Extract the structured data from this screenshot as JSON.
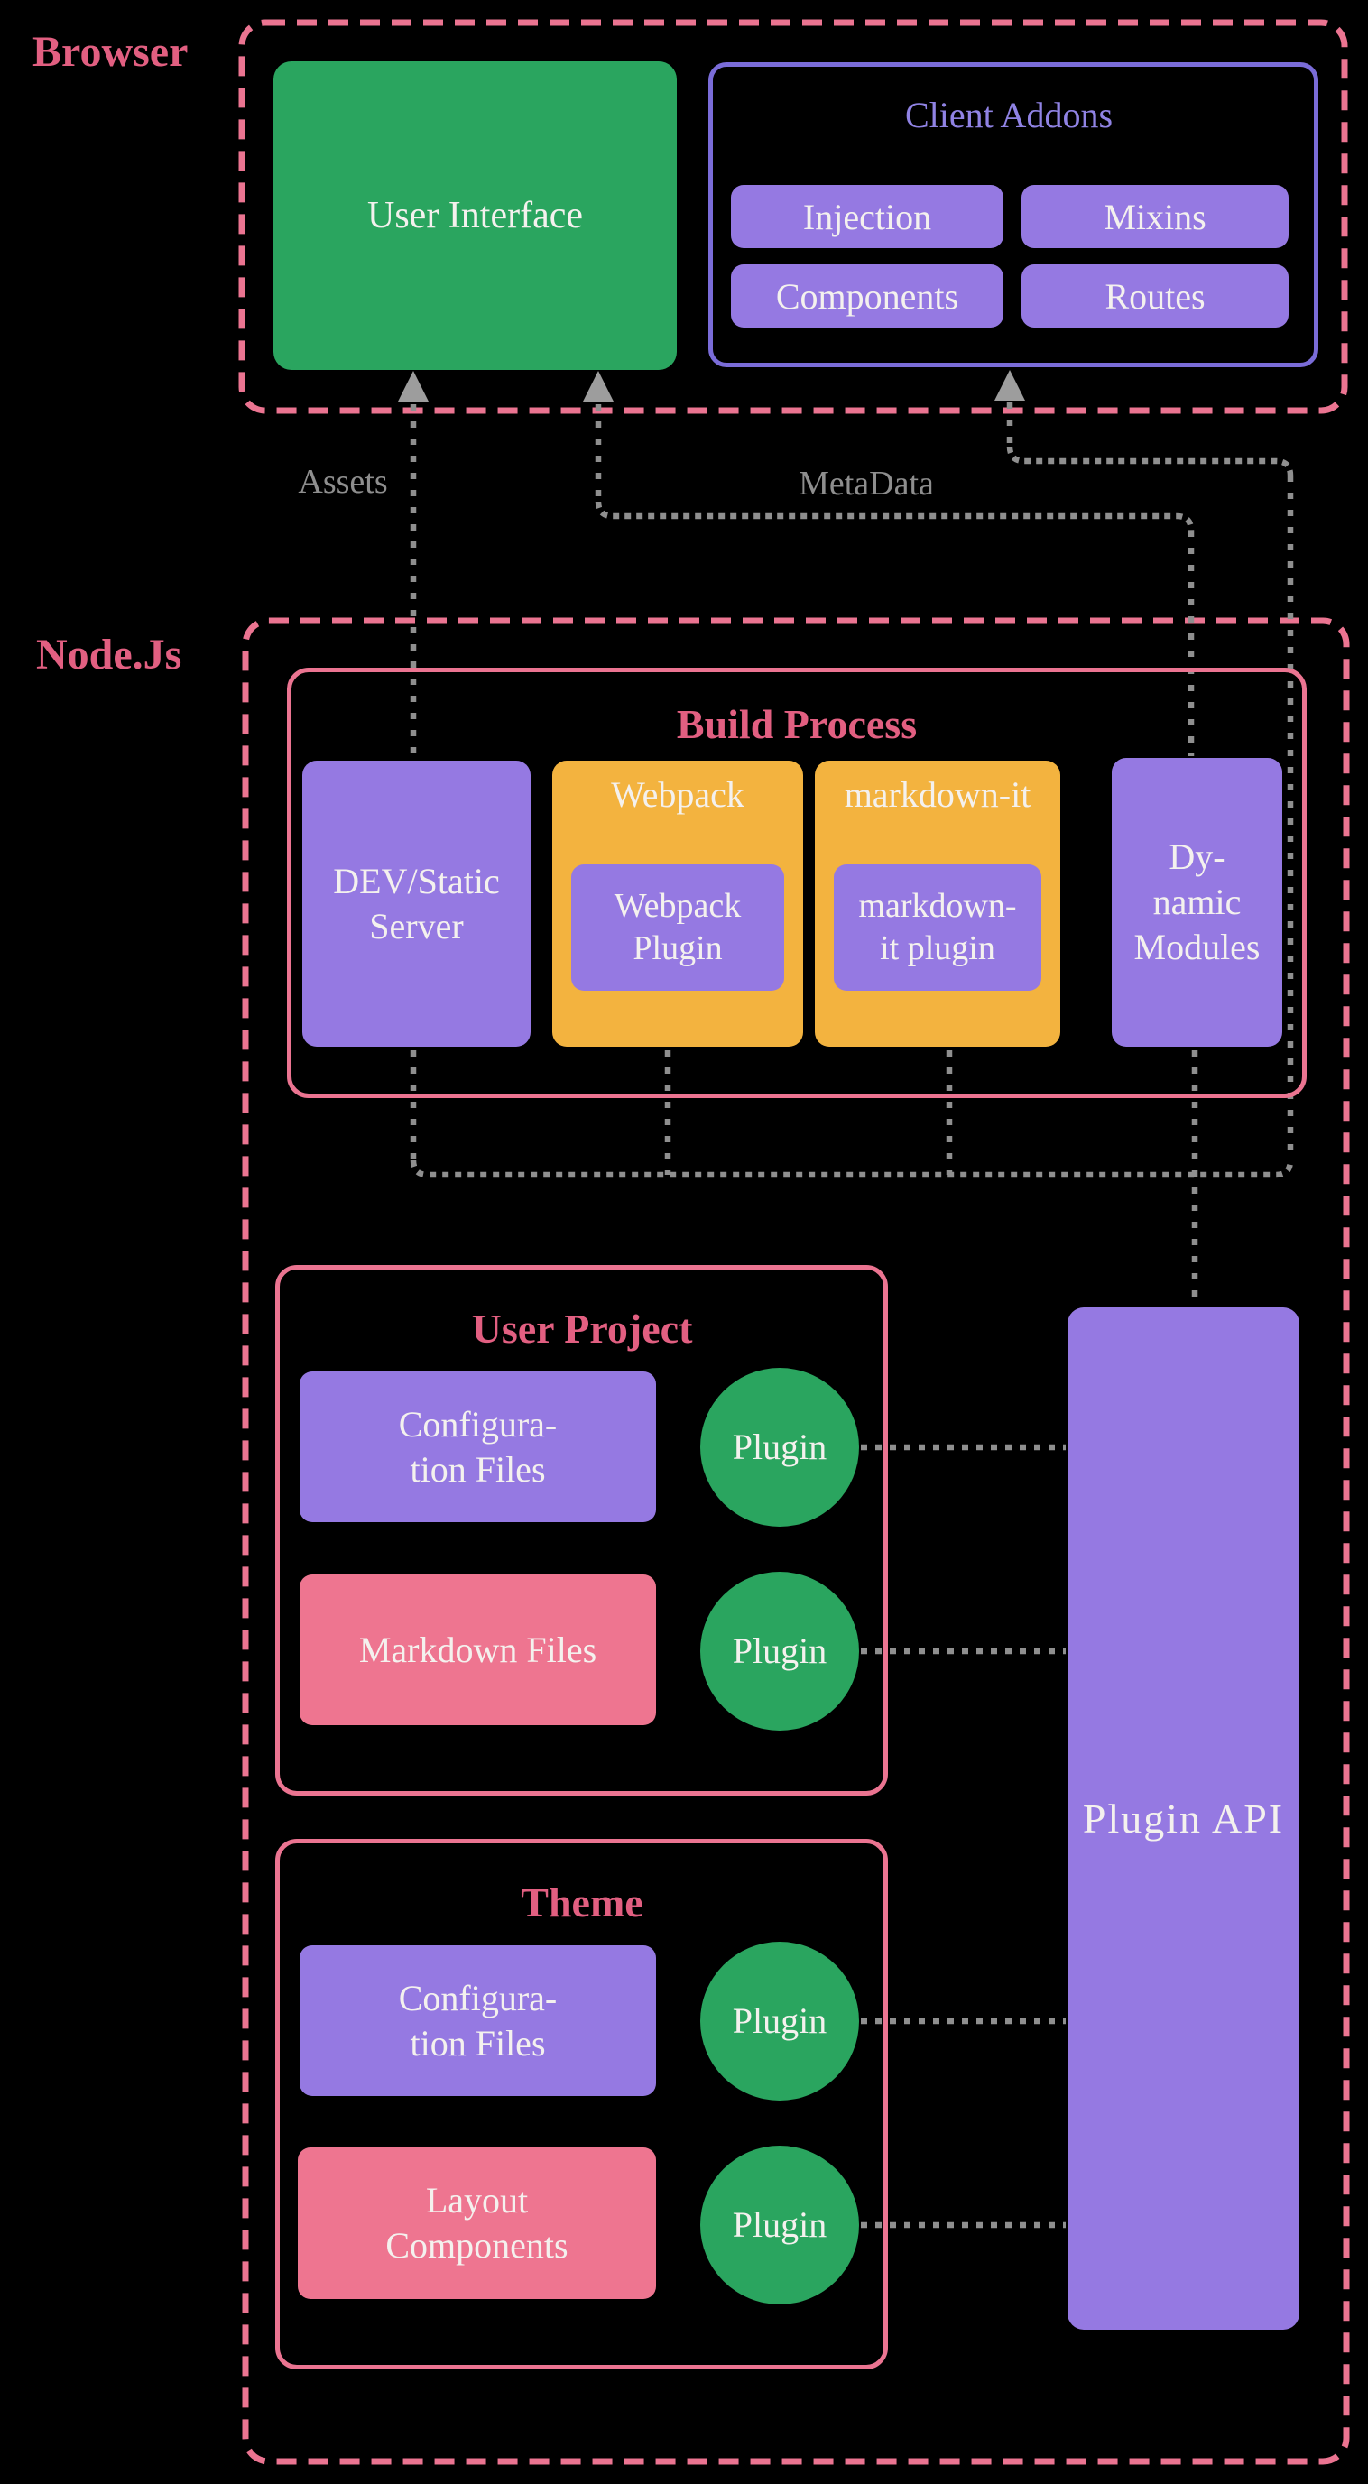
{
  "colors": {
    "background": "#000000",
    "pink_border": "#eb7491",
    "pink_title": "#e25f81",
    "pink_fill": "#ee7590",
    "purple_fill": "#9579e2",
    "purple_border": "#7a6cd8",
    "purple_title": "#9083e4",
    "orange_fill": "#f3b33f",
    "green_fill": "#2aa55f",
    "gray_line": "#8f8f8f",
    "gray_arrow": "#9d9d9d",
    "gray_label": "#8e8e8e",
    "text_light": "#f4f1ee"
  },
  "browser": {
    "label": "Browser",
    "user_interface": {
      "label": "User Interface"
    },
    "client_addons": {
      "title": "Client Addons",
      "items": [
        {
          "label": "Injection"
        },
        {
          "label": "Mixins"
        },
        {
          "label": "Components"
        },
        {
          "label": "Routes"
        }
      ]
    }
  },
  "connections": {
    "assets_label": "Assets",
    "metadata_label": "MetaData"
  },
  "nodejs": {
    "label": "Node.Js",
    "build_process": {
      "title": "Build Process",
      "dev_static_server": {
        "lines": [
          "DEV/Static",
          "Server"
        ]
      },
      "webpack": {
        "title": "Webpack",
        "plugin": {
          "lines": [
            "Webpack",
            "Plugin"
          ]
        }
      },
      "markdown_it": {
        "title": "markdown-it",
        "plugin": {
          "lines": [
            "markdown-",
            "it plugin"
          ]
        }
      },
      "dynamic_modules": {
        "lines": [
          "Dy-",
          "namic",
          "Modules"
        ]
      }
    },
    "user_project": {
      "title": "User Project",
      "configuration_files": {
        "lines": [
          "Configura-",
          "tion Files"
        ]
      },
      "markdown_files": {
        "lines": [
          "Markdown Files"
        ]
      },
      "plugin_top": {
        "label": "Plugin"
      },
      "plugin_bottom": {
        "label": "Plugin"
      }
    },
    "theme": {
      "title": "Theme",
      "configuration_files": {
        "lines": [
          "Configura-",
          "tion Files"
        ]
      },
      "layout_components": {
        "lines": [
          "Layout",
          "Components"
        ]
      },
      "plugin_top": {
        "label": "Plugin"
      },
      "plugin_bottom": {
        "label": "Plugin"
      }
    },
    "plugin_api": {
      "label": "Plugin API"
    }
  }
}
